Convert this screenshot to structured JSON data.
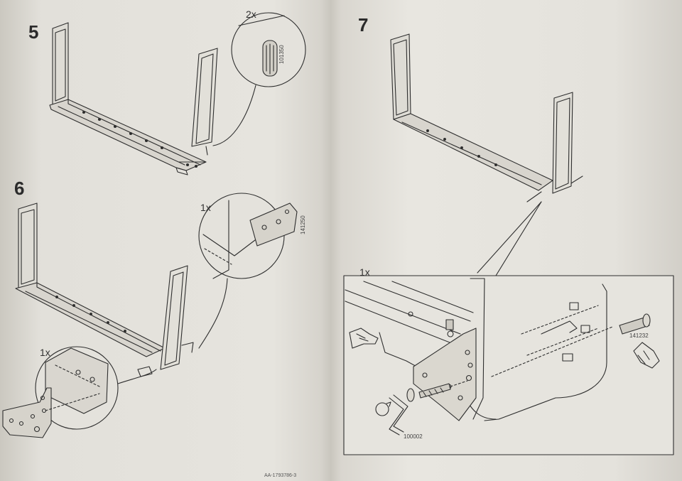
{
  "left_page": {
    "step5": {
      "number": "5",
      "callout_qty": "2x",
      "part_code": "101350"
    },
    "step6": {
      "number": "6",
      "callout_top_qty": "1x",
      "callout_top_code": "141250",
      "callout_bottom_qty": "1x"
    },
    "footer_code": "AA-1793786-3"
  },
  "right_page": {
    "step7": {
      "number": "7",
      "detail_qty": "1x",
      "bolt_code": "141232",
      "tool_code": "100002"
    }
  }
}
